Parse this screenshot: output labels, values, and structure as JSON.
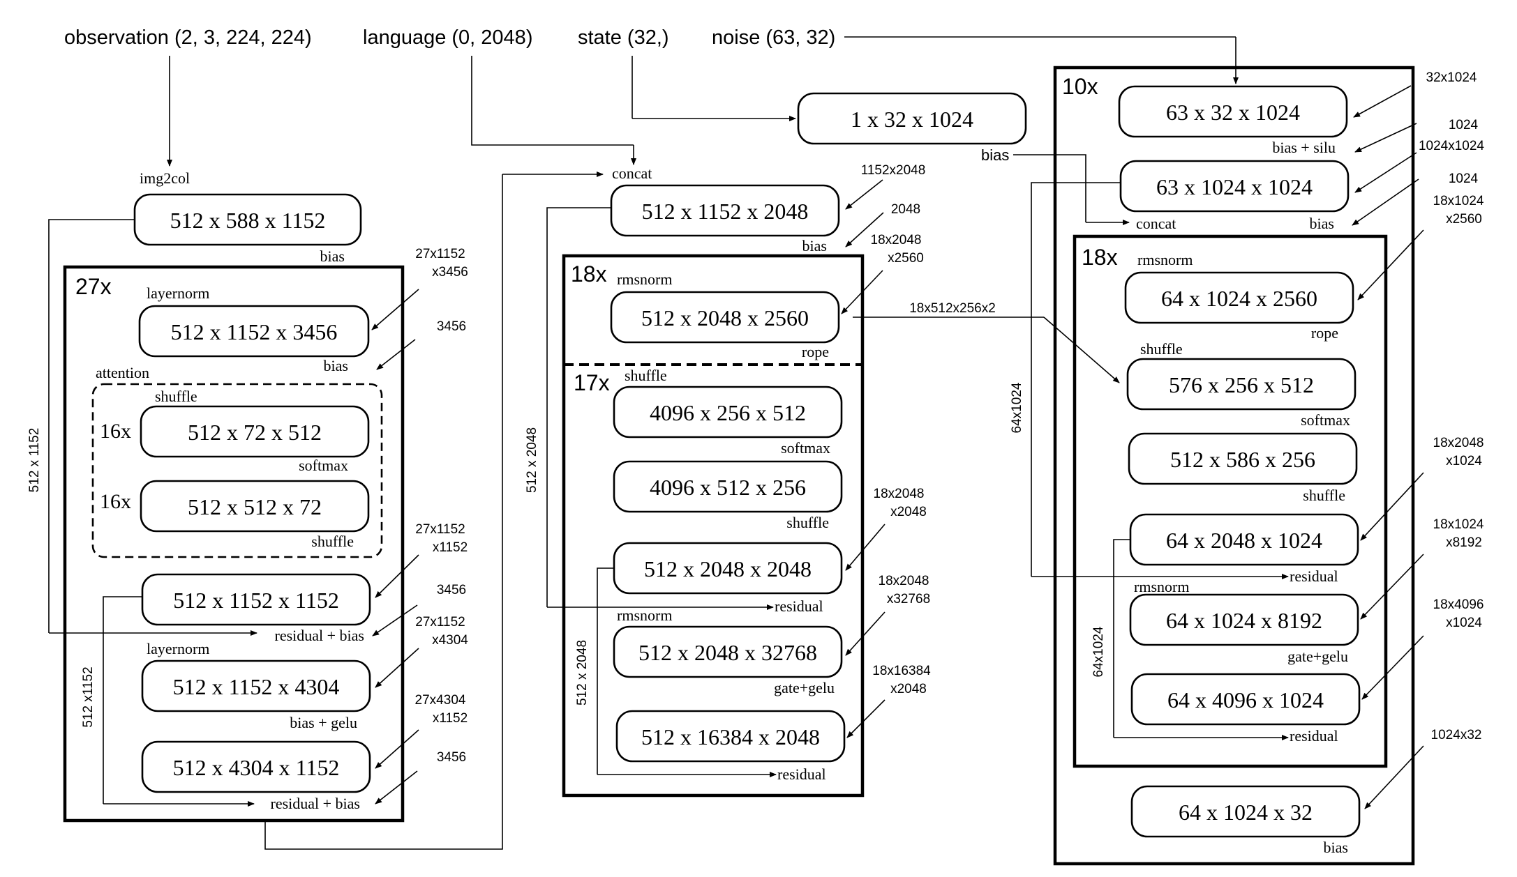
{
  "inputs": {
    "observation": "observation (2, 3, 224, 224)",
    "language": "language (0, 2048)",
    "state": "state (32,)",
    "noise": "noise (63, 32)"
  },
  "vision": {
    "img2col": "img2col",
    "patch_embed": "512 x 588 x 1152",
    "patch_bias": "bias",
    "side_label": "512 x 1152",
    "repeat": "27x",
    "layernorm1": "layernorm",
    "qkv": "512 x 1152 x 3456",
    "qkv_bias": "bias",
    "attention_label": "attention",
    "attn_shuffle": "shuffle",
    "attn_rep1": "16x",
    "attn_scores": "512 x 72 x 512",
    "attn_softmax": "softmax",
    "attn_rep2": "16x",
    "attn_values": "512 x 512 x 72",
    "attn_shuffle2": "shuffle",
    "out_proj": "512 x 1152 x 1152",
    "out_res": "residual + bias",
    "layernorm2": "layernorm",
    "mlp_up": "512 x 1152 x 4304",
    "mlp_up_op": "bias + gelu",
    "mlp_down": "512 x 4304 x 1152",
    "mlp_res": "residual + bias",
    "res_side": "512 x1152",
    "dims": {
      "qkv_w": [
        "27x1152",
        "x3456"
      ],
      "qkv_b": "3456",
      "out_w": [
        "27x1152",
        "x1152"
      ],
      "out_b": "3456",
      "up_w": [
        "27x1152",
        "x4304"
      ],
      "down_w": [
        "27x4304",
        "x1152"
      ],
      "down_b": "3456"
    }
  },
  "language_model": {
    "concat": "concat",
    "proj": "512 x 1152 x 2048",
    "proj_bias": "bias",
    "side_label": "512 x 2048",
    "repeat": "18x",
    "rmsnorm1": "rmsnorm",
    "qkv": "512 x 2048 x 2560",
    "rope": "rope",
    "repeat_inner": "17x",
    "shuffle1": "shuffle",
    "scores": "4096 x 256 x 512",
    "softmax": "softmax",
    "values": "4096 x 512 x 256",
    "shuffle2": "shuffle",
    "out_proj": "512 x 2048 x 2048",
    "out_res": "residual",
    "rmsnorm2": "rmsnorm",
    "gate": "512 x 2048 x 32768",
    "gate_op": "gate+gelu",
    "down": "512 x 16384 x 2048",
    "down_res": "residual",
    "res_side": "512 x 2048",
    "kv_cache": "18x512x256x2",
    "dims": {
      "proj_w": "1152x2048",
      "proj_b": "2048",
      "qkv_w": [
        "18x2048",
        "x2560"
      ],
      "out_w": [
        "18x2048",
        "x2048"
      ],
      "gate_w": [
        "18x2048",
        "x32768"
      ],
      "down_w": [
        "18x16384",
        "x2048"
      ]
    }
  },
  "state_proj": {
    "box": "1 x 32 x 1024",
    "bias": "bias"
  },
  "action_expert": {
    "repeat": "10x",
    "noise_in": "63 x 32 x 1024",
    "noise_op": "bias + silu",
    "time_mix": "63 x 1024 x 1024",
    "concat": "concat",
    "time_bias": "bias",
    "side_label": "64x1024",
    "repeat_inner": "18x",
    "rmsnorm1": "rmsnorm",
    "qkv": "64 x 1024 x 2560",
    "rope": "rope",
    "shuffle1": "shuffle",
    "scores": "576 x 256 x 512",
    "softmax": "softmax",
    "values": "512 x 586 x 256",
    "shuffle2": "shuffle",
    "out_proj": "64 x 2048 x 1024",
    "out_res": "residual",
    "rmsnorm2": "rmsnorm",
    "gate": "64 x 1024 x 8192",
    "gate_op": "gate+gelu",
    "down": "64 x 4096 x 1024",
    "down_res": "residual",
    "res_side": "64x1024",
    "final": "64 x 1024 x 32",
    "final_bias": "bias",
    "dims": {
      "in_w": "32x1024",
      "in_b": "1024",
      "mix_w": "1024x1024",
      "mix_b": "1024",
      "qkv_w": [
        "18x1024",
        "x2560"
      ],
      "out_w": [
        "18x2048",
        "x1024"
      ],
      "gate_w": [
        "18x1024",
        "x8192"
      ],
      "down_w": [
        "18x4096",
        "x1024"
      ],
      "final_w": "1024x32"
    }
  }
}
